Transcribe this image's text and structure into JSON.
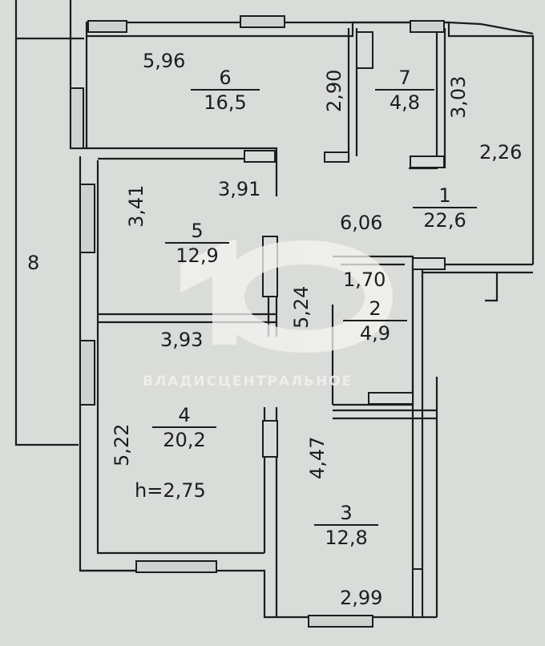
{
  "plan": {
    "rooms": [
      {
        "number": "6",
        "area": "16,5"
      },
      {
        "number": "7",
        "area": "4,8"
      },
      {
        "number": "1",
        "area": "22,6"
      },
      {
        "number": "5",
        "area": "12,9"
      },
      {
        "number": "2",
        "area": "4,9"
      },
      {
        "number": "4",
        "area": "20,2"
      },
      {
        "number": "3",
        "area": "12,8"
      }
    ],
    "dimensions": {
      "d596": "5,96",
      "d290": "2,90",
      "d303": "3,03",
      "d226": "2,26",
      "d341": "3,41",
      "d391": "3,91",
      "d606": "6,06",
      "d8": "8",
      "d524": "5,24",
      "d170": "1,70",
      "d393": "3,93",
      "d522": "5,22",
      "d447": "4,47",
      "d299": "2,99"
    },
    "ceiling_height": "h=2,75"
  },
  "watermark": {
    "text": "ВЛАДИСЦЕНТРАЛЬНОЕ"
  }
}
